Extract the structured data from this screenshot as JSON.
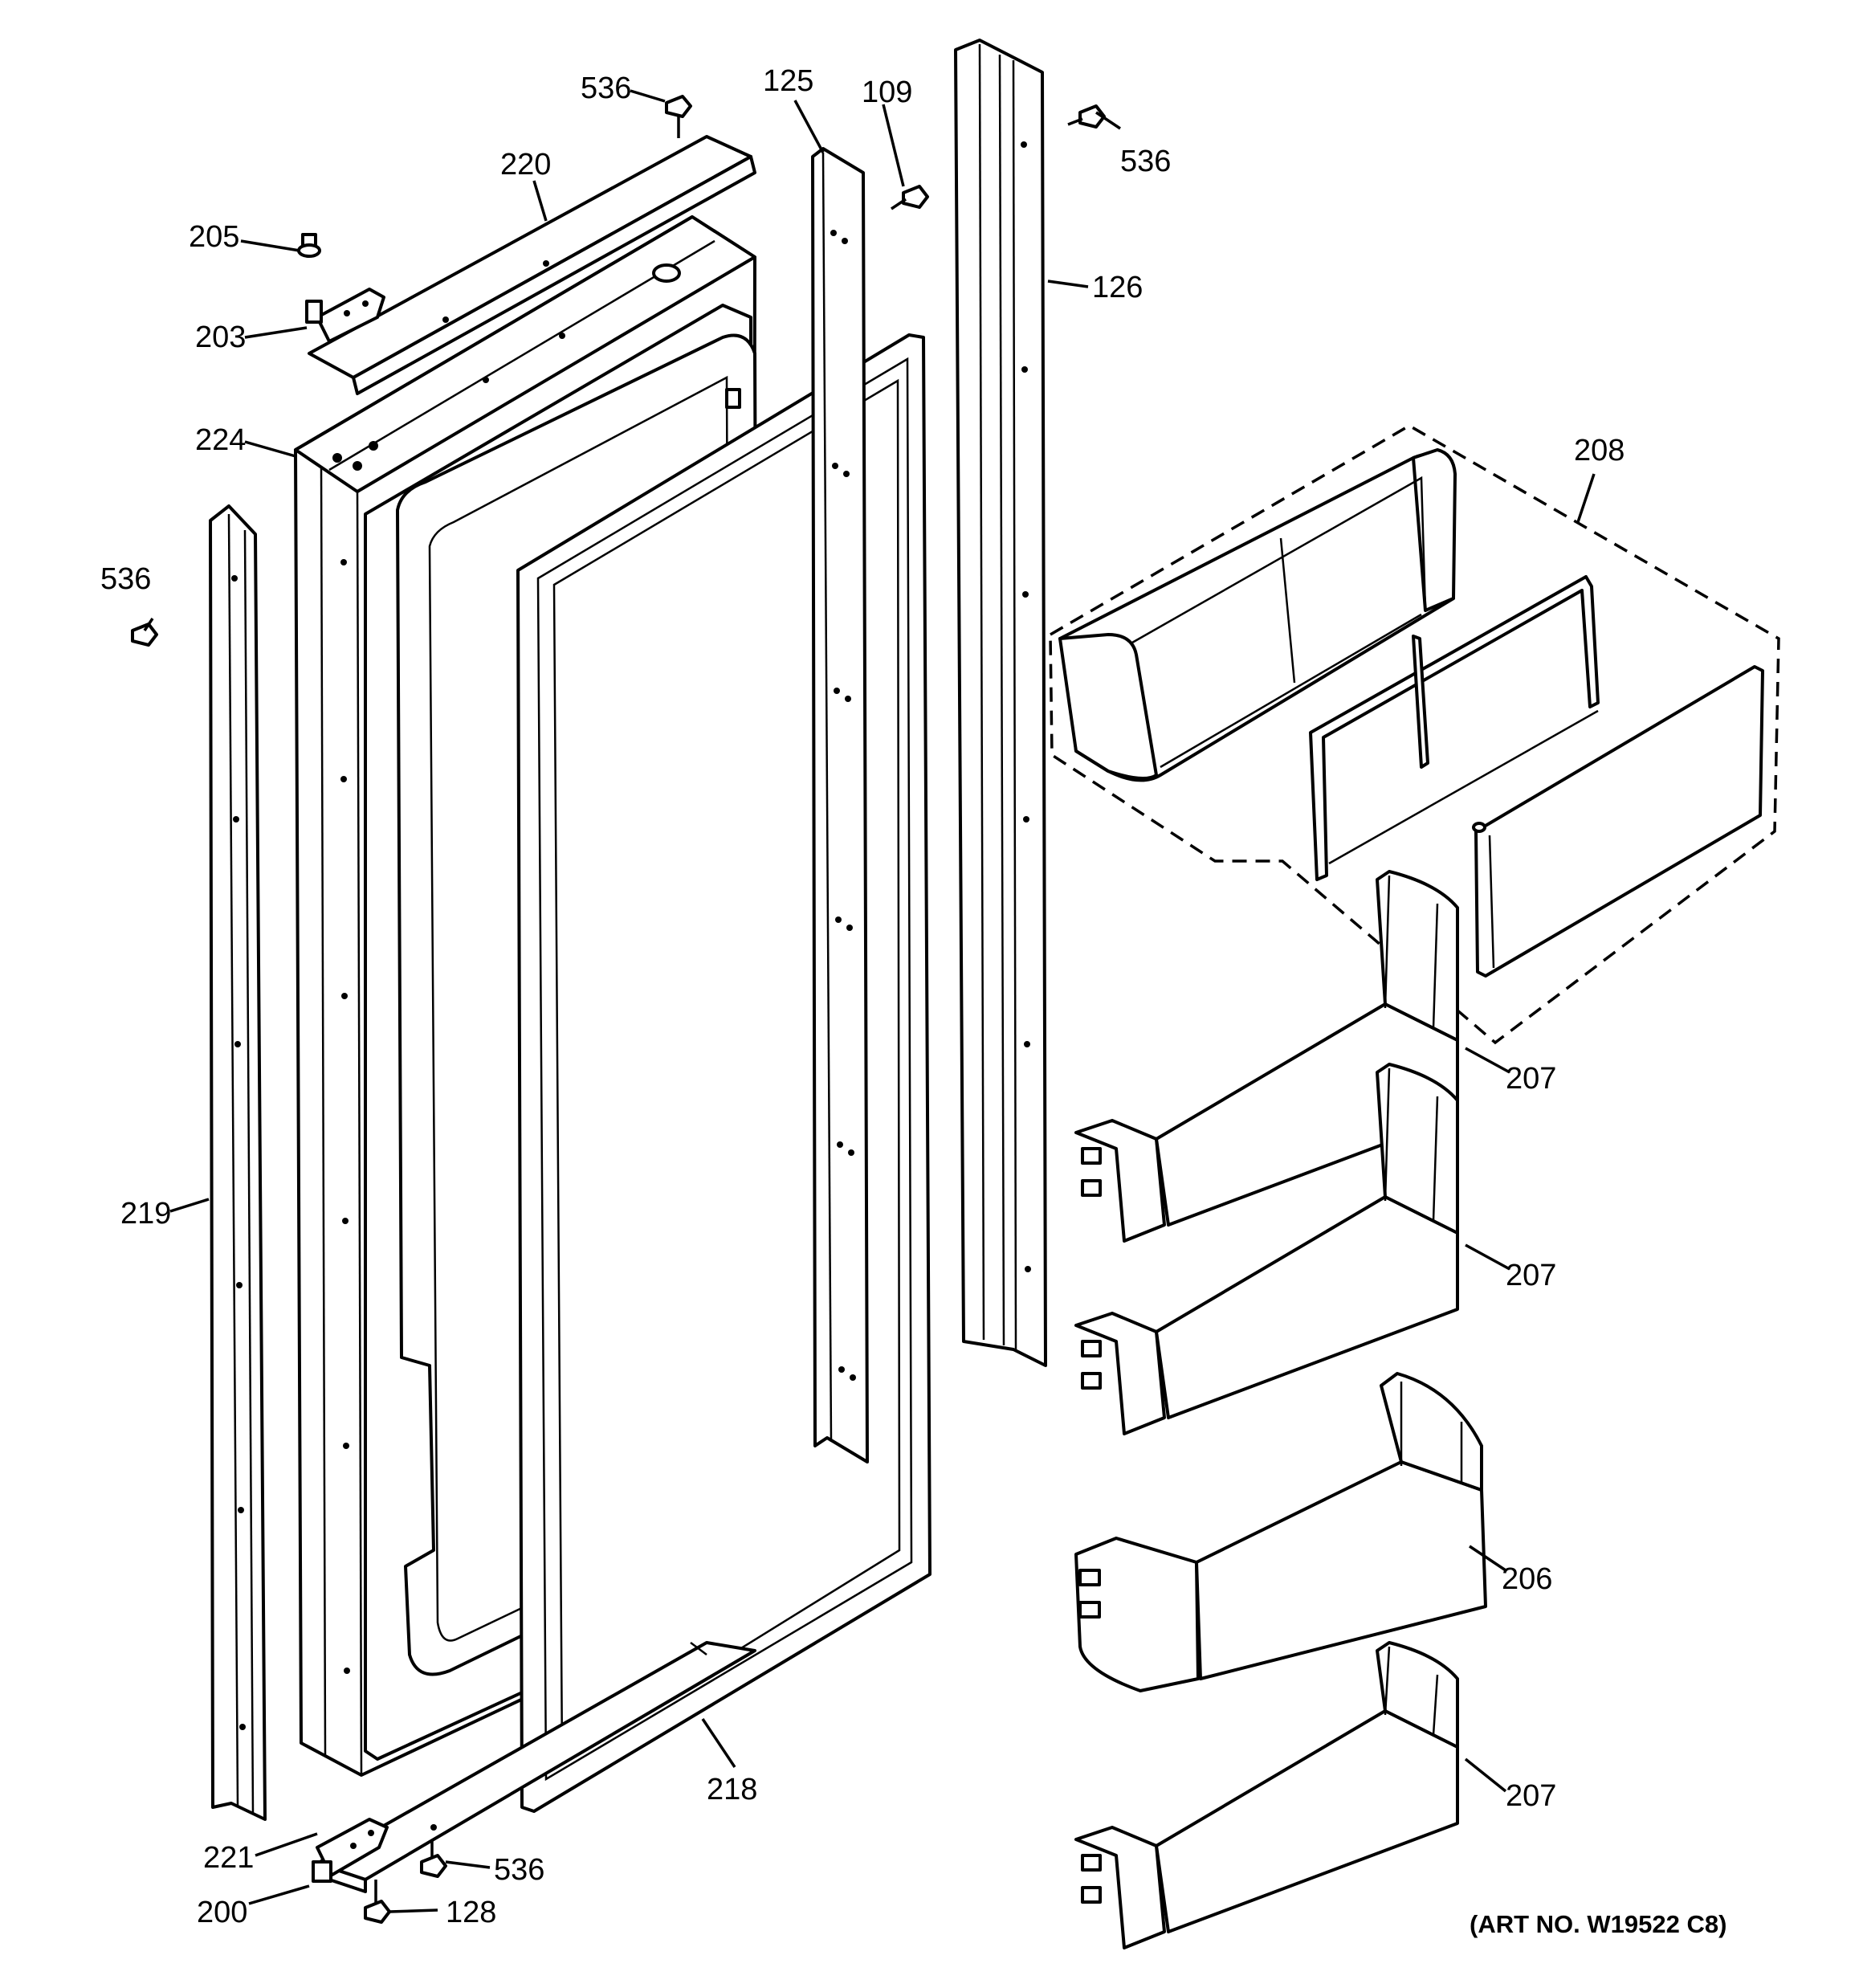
{
  "callouts": {
    "c536_top": "536",
    "c125": "125",
    "c109": "109",
    "c536_right": "536",
    "c220": "220",
    "c205": "205",
    "c126": "126",
    "c203": "203",
    "c224": "224",
    "c208": "208",
    "c536_left": "536",
    "c207_a": "207",
    "c207_b": "207",
    "c219": "219",
    "c206": "206",
    "c218": "218",
    "c207_c": "207",
    "c221": "221",
    "c536_bottom": "536",
    "c200": "200",
    "c128": "128"
  },
  "art_number": "(ART NO. W19522 C8)"
}
